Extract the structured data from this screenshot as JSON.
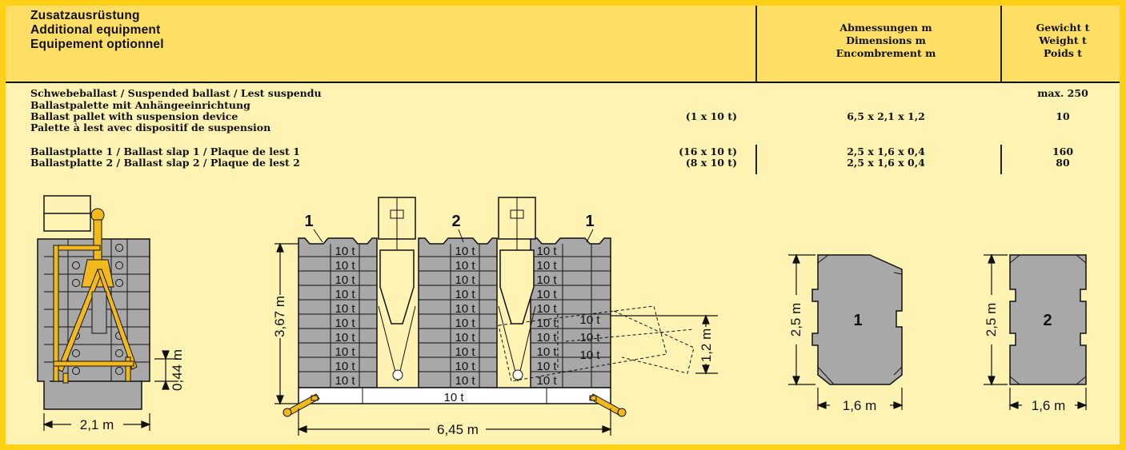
{
  "colors": {
    "frame": "#ffd015",
    "panel": "#fff3b4",
    "header": "#ffde66",
    "ballast": "#a8a8a8",
    "hardware": "#f2b91e"
  },
  "header": {
    "title_de": "Zusatzausrüstung",
    "title_en": "Additional equipment",
    "title_fr": "Equipement optionnel",
    "dimensions_de": "Abmessungen m",
    "dimensions_en": "Dimensions m",
    "dimensions_fr": "Encombrement m",
    "weight_de": "Gewicht t",
    "weight_en": "Weight t",
    "weight_fr": "Poids t"
  },
  "rows": [
    {
      "label": "Schwebeballast / Suspended ballast / Lest suspendu",
      "weight": "max. 250"
    },
    {
      "label": "Ballastpalette mit Anhängeeinrichtung"
    },
    {
      "label": "Ballast pallet with suspension device",
      "quantity": "(1 x 10 t)",
      "dimensions": "6,5 x 2,1 x 1,2",
      "weight": "10"
    },
    {
      "label": "Palette à lest avec dispositif de suspension"
    },
    {
      "label": "Ballastplatte 1 / Ballast slap 1 / Plaque de lest 1",
      "quantity": "(16 x 10 t)",
      "dimensions": "2,5 x 1,6 x 0,4",
      "weight": "160"
    },
    {
      "label": "Ballastplatte 2 / Ballast slap 2 / Plaque de lest 2",
      "quantity": "(8 x 10 t)",
      "dimensions": "2,5 x 1,6 x 0,4",
      "weight": "80"
    }
  ],
  "drawings": {
    "side": {
      "width": "2,1 m",
      "height": "0,44 m"
    },
    "front": {
      "stack_left": "1",
      "stack_middle": "2",
      "stack_right": "1",
      "height": "3,67 m",
      "length": "6,45 m",
      "lift": "1,2 m",
      "slab_label": "10 t"
    },
    "slab1": {
      "number": "1",
      "height": "2,5 m",
      "width": "1,6 m"
    },
    "slab2": {
      "number": "2",
      "height": "2,5 m",
      "width": "1,6 m"
    }
  }
}
